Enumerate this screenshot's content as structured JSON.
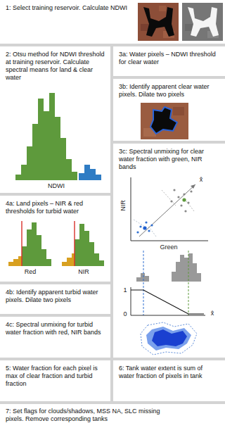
{
  "diagram": {
    "nodes": [
      {
        "text": [
          "1: Select training reservoir. Calculate NDWI"
        ]
      },
      {
        "text": [
          "2: Otsu method for NDWI threshold at training reservoir. Calculate spectral means for land & clear water"
        ]
      },
      {
        "text": [
          "3a: Water pixels – NDWI threshold for clear water"
        ]
      },
      {
        "text": [
          "3b: Identify apparent clear water pixels. Dilate two pixels"
        ]
      },
      {
        "text": [
          "3c: Spectral unmixing for clear water fraction with green, NIR bands"
        ]
      },
      {
        "text": [
          "4a: Land pixels – NIR & red thresholds for turbid water"
        ]
      },
      {
        "text": [
          "4b: Identify apparent turbid water pixels. Dilate two pixels"
        ]
      },
      {
        "text": [
          "4c: Spectral unmixing for turbid water fraction with red, NIR bands"
        ]
      },
      {
        "text": [
          "5: Water fraction for each pixel is max of clear fraction and turbid fraction"
        ]
      },
      {
        "text": [
          "6: Tank water extent is sum of water fraction of pixels in tank"
        ]
      },
      {
        "text": [
          "7: Set flags for clouds/shadows, MSS NA, SLC missing pixels. Remove corresponding tanks"
        ]
      }
    ],
    "labels": [
      "NDWI",
      "NIR",
      "Green",
      "x̂",
      "x̂",
      "1",
      "0",
      "Red",
      "NIR"
    ]
  }
}
